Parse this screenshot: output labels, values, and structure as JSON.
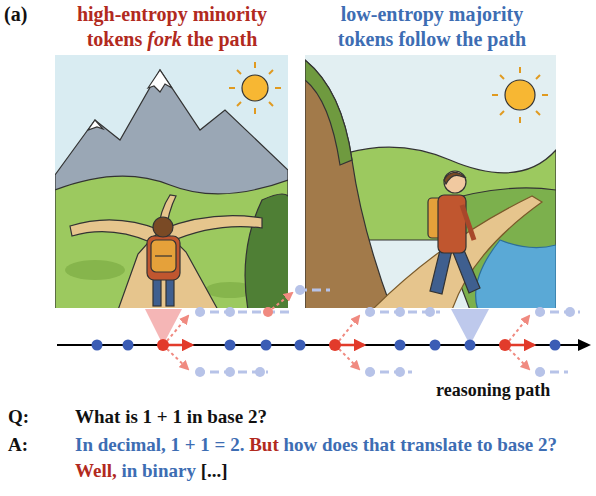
{
  "diagram": {
    "labels": [
      "(a)",
      "high-entropy minority",
      "tokens",
      "fork",
      "the path",
      "low-entropy majority",
      "tokens follow the path",
      "reasoning path",
      "Q:",
      "What is 1 + 1 in base 2?",
      "A:",
      "In decimal, 1 + 1 = 2.",
      "But",
      "how does that translate to base 2?",
      "Well,",
      "in binary",
      "[...]"
    ]
  }
}
